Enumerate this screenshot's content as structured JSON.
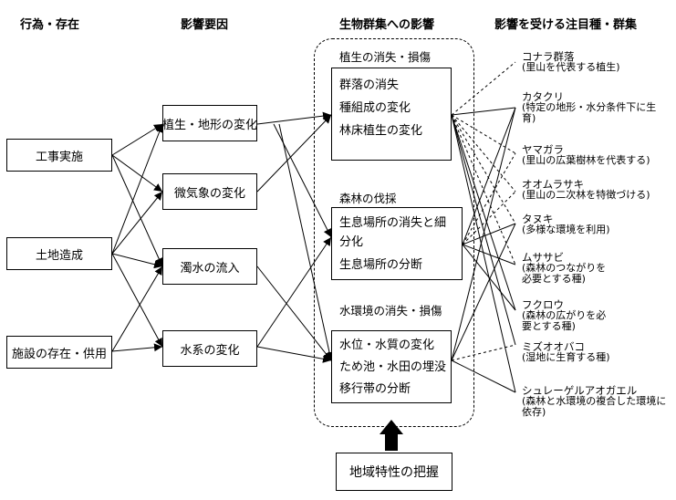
{
  "headers": {
    "actions": "行為・存在",
    "factors": "影響要因",
    "impact": "生物群集への影響",
    "species": "影響を受ける注目種・群集"
  },
  "actions": [
    "工事実施",
    "土地造成",
    "施設の存在・供用"
  ],
  "factors": [
    "植生・地形の変化",
    "微気象の変化",
    "濁水の流入",
    "水系の変化"
  ],
  "impacts": [
    {
      "title": "植生の消失・損傷",
      "items": [
        "群落の消失",
        "種組成の変化",
        "林床植生の変化"
      ]
    },
    {
      "title": "森林の伐採",
      "items": [
        "生息場所の消失と細分化",
        "生息場所の分断"
      ]
    },
    {
      "title": "水環境の消失・損傷",
      "items": [
        "水位・水質の変化",
        "ため池・水田の埋没",
        "移行帯の分断"
      ]
    }
  ],
  "species": [
    {
      "name": "コナラ群落",
      "desc": "(里山を代表する植生)"
    },
    {
      "name": "カタクリ",
      "desc": "(特定の地形・水分条件下に生育)"
    },
    {
      "name": "ヤマガラ",
      "desc": "(里山の広葉樹林を代表する)"
    },
    {
      "name": "オオムラサキ",
      "desc": "(里山の二次林を特徴づける)"
    },
    {
      "name": "タヌキ",
      "desc": "(多様な環境を利用)"
    },
    {
      "name": "ムササビ",
      "desc": "(森林のつながりを必要とする種)"
    },
    {
      "name": "フクロウ",
      "desc": "(森林の広がりを必要とする種)"
    },
    {
      "name": "ミズオオバコ",
      "desc": "(湿地に生育する種)"
    },
    {
      "name": "シュレーゲルアオガエル",
      "desc": "(森林と水環境の複合した環境に依存)"
    }
  ],
  "base": "地域特性の把握"
}
